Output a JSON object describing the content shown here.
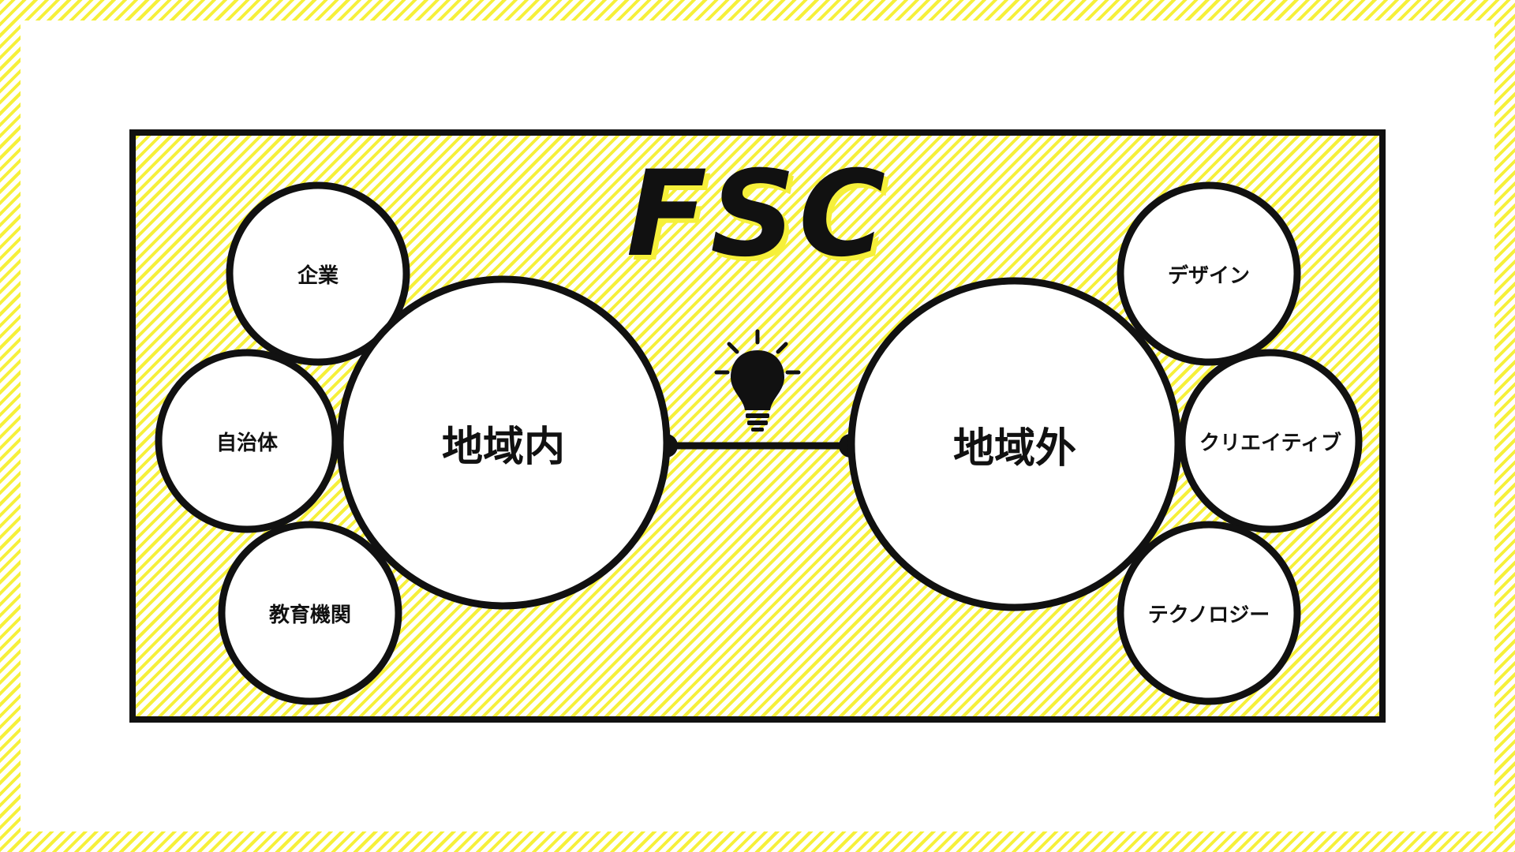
{
  "title": "FSC",
  "inside": {
    "label": "地域内",
    "members": [
      "企業",
      "自治体",
      "教育機関"
    ]
  },
  "outside": {
    "label": "地域外",
    "members": [
      "デザイン",
      "クリエイティブ",
      "テクノロジー"
    ]
  },
  "center_icon": "lightbulb-icon",
  "colors": {
    "accent": "#f6f03a",
    "line": "#111111",
    "fill": "#ffffff"
  }
}
